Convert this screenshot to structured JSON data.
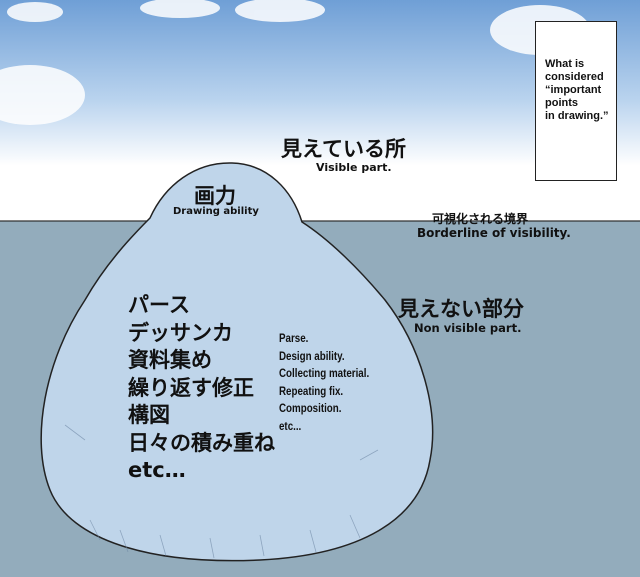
{
  "note_box": {
    "lines": [
      "What is",
      "considered",
      "“important",
      "points",
      "in drawing.”"
    ]
  },
  "visible": {
    "jp": "見えている所",
    "en": "Visible part."
  },
  "tip": {
    "jp": "画力",
    "en": "Drawing ability"
  },
  "borderline": {
    "jp": "可視化される境界",
    "en": "Borderline of visibility."
  },
  "non_visible": {
    "jp": "見えない部分",
    "en": "Non visible part."
  },
  "list_jp": [
    "パース",
    "デッサンカ",
    "資料集め",
    "繰り返す修正",
    "構図",
    "日々の積み重ね",
    "etc…"
  ],
  "list_en": [
    "Parse.",
    "Design ability.",
    "Collecting material.",
    "Repeating fix.",
    "Composition.",
    "etc..."
  ],
  "colors": {
    "sky_top": "#6f9fd6",
    "sky_bottom": "#ffffff",
    "water": "#93acbc",
    "iceberg": "#bfd5ea"
  }
}
